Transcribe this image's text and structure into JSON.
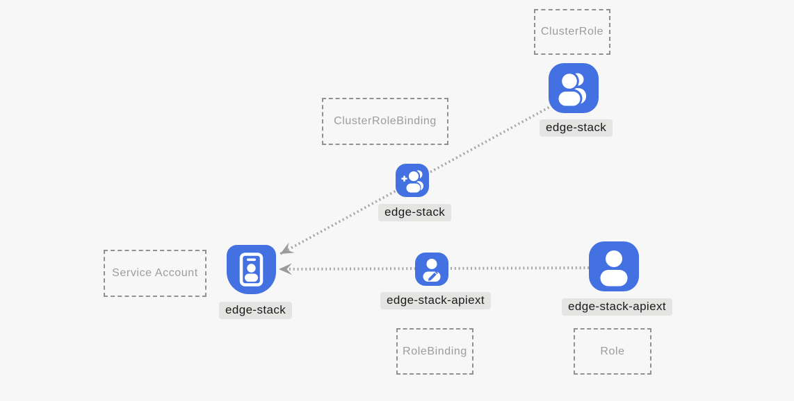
{
  "colors": {
    "background": "#f6f7f6",
    "node_blue": "#4471e1",
    "glyph_white": "#ffffff",
    "dotted_line": "#a8a8a8",
    "arrowhead": "#9b9b9b",
    "dashed_box_border": "#919191",
    "dashed_box_text": "#9c9c9c",
    "label_pill_bg": "#e4e4e2",
    "label_pill_text": "#1a1a1a"
  },
  "type_boxes": [
    {
      "label": "ClusterRole"
    },
    {
      "label": "ClusterRoleBinding"
    },
    {
      "label": "Service Account"
    },
    {
      "label": "RoleBinding"
    },
    {
      "label": "Role"
    }
  ],
  "nodes": [
    {
      "label": "edge-stack",
      "kind": "ClusterRole",
      "icon": "group-icon"
    },
    {
      "label": "edge-stack",
      "kind": "ClusterRoleBinding",
      "icon": "person-add-icon"
    },
    {
      "label": "edge-stack",
      "kind": "Service Account",
      "icon": "badge-icon"
    },
    {
      "label": "edge-stack-apiext",
      "kind": "RoleBinding",
      "icon": "person-edit-icon"
    },
    {
      "label": "edge-stack-apiext",
      "kind": "Role",
      "icon": "person-icon"
    }
  ],
  "edges": [
    {
      "from": "ClusterRole edge-stack",
      "via": "ClusterRoleBinding edge-stack",
      "to": "Service Account edge-stack",
      "style": "dotted, arrow at service account"
    },
    {
      "from": "Role edge-stack-apiext",
      "via": "RoleBinding edge-stack-apiext",
      "to": "Service Account edge-stack",
      "style": "dotted, arrow at service account"
    }
  ]
}
